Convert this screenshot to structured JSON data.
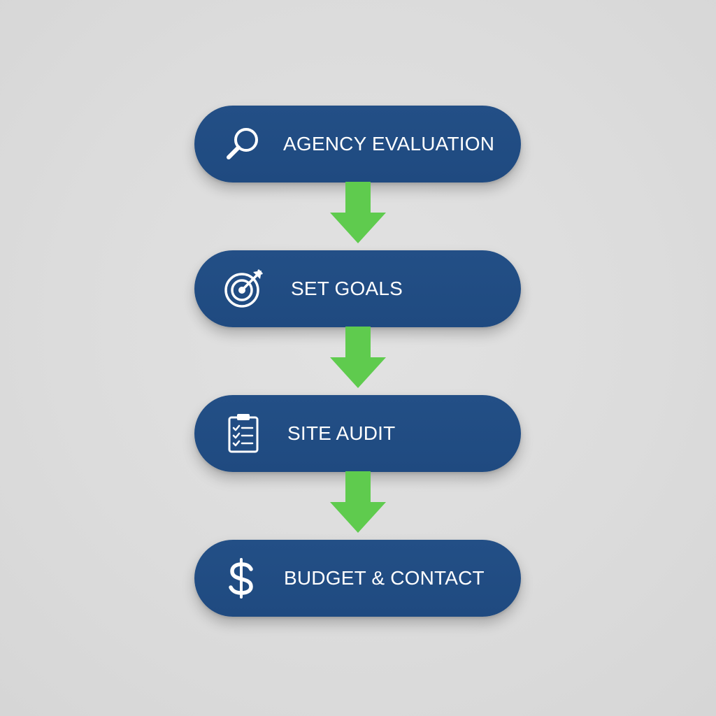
{
  "diagram": {
    "steps": [
      {
        "label": "AGENCY EVALUATION",
        "icon": "magnifying-glass-icon"
      },
      {
        "label": "SET GOALS",
        "icon": "target-icon"
      },
      {
        "label": "SITE AUDIT",
        "icon": "clipboard-checklist-icon"
      },
      {
        "label": "BUDGET & CONTACT",
        "icon": "dollar-sign-icon"
      }
    ],
    "colors": {
      "step_fill": "#22507f",
      "step_text": "#ffffff",
      "arrow": "#5fcb4e",
      "background": "#dcdcdc"
    }
  }
}
